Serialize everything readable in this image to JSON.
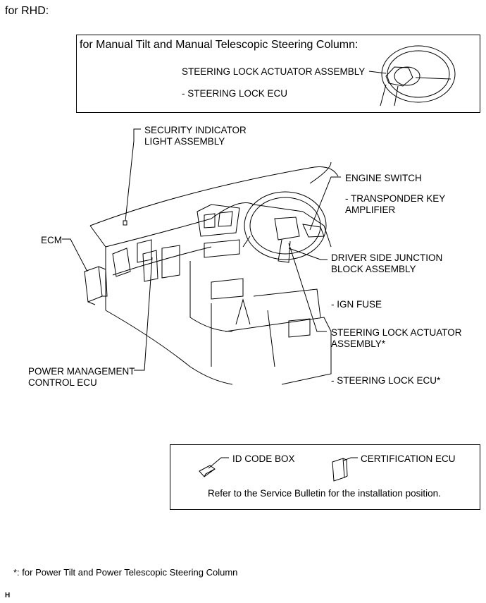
{
  "header": "for RHD:",
  "manual_box": {
    "title": "for Manual Tilt and Manual Telescopic Steering Column:",
    "part_name": "STEERING LOCK ACTUATOR ASSEMBLY",
    "part_sub": "- STEERING LOCK ECU"
  },
  "callouts": {
    "security_indicator_1": "SECURITY INDICATOR",
    "security_indicator_2": "LIGHT ASSEMBLY",
    "ecm": "ECM",
    "engine_switch": "ENGINE SWITCH",
    "transponder_1": "- TRANSPONDER KEY",
    "transponder_2": "AMPLIFIER",
    "junction_block_1": "DRIVER SIDE JUNCTION",
    "junction_block_2": "BLOCK ASSEMBLY",
    "ign_fuse": "- IGN FUSE",
    "steering_lock_1": "STEERING LOCK ACTUATOR",
    "steering_lock_2": "ASSEMBLY*",
    "steering_lock_ecu": "- STEERING LOCK ECU*",
    "power_mgmt_1": "POWER MANAGEMENT",
    "power_mgmt_2": "CONTROL ECU"
  },
  "bottom_box": {
    "id_code_box": "ID CODE BOX",
    "certification_ecu": "CERTIFICATION ECU",
    "note": "Refer to the Service Bulletin for the installation position."
  },
  "footnote": "*: for Power Tilt and Power Telescopic Steering Column",
  "corner_mark": "H"
}
